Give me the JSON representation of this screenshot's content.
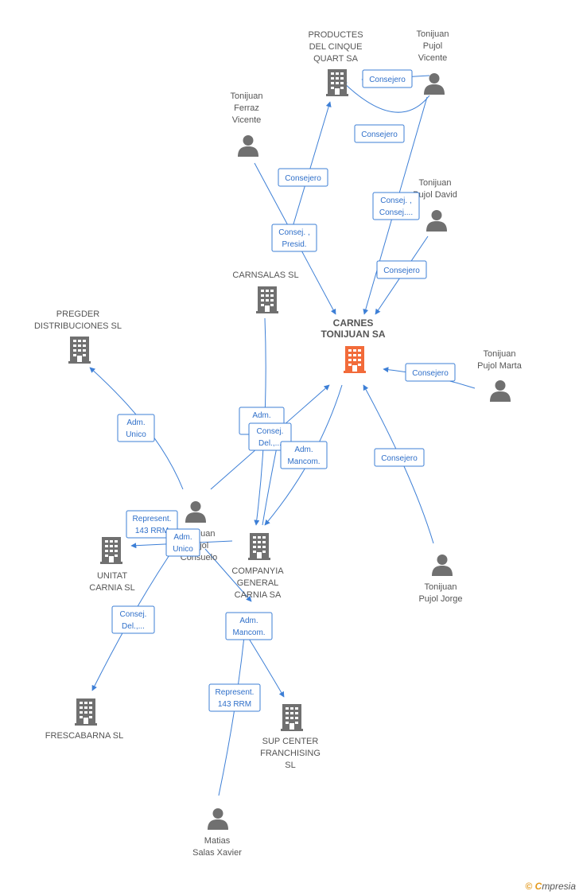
{
  "colors": {
    "edge": "#3d7fd6",
    "node_gray": "#707070",
    "node_main": "#f26b3a"
  },
  "nodes": [
    {
      "id": "productes",
      "type": "company",
      "lines": [
        "PRODUCTES",
        "DEL CINQUE",
        "QUART SA"
      ]
    },
    {
      "id": "t_pujol_vicente",
      "type": "person",
      "lines": [
        "Tonijuan",
        "Pujol",
        "Vicente"
      ]
    },
    {
      "id": "t_ferraz_vicente",
      "type": "person",
      "lines": [
        "Tonijuan",
        "Ferraz",
        "Vicente"
      ]
    },
    {
      "id": "t_pujol_david",
      "type": "person",
      "lines": [
        "Tonijuan",
        "Pujol David"
      ]
    },
    {
      "id": "carnsalas",
      "type": "company",
      "lines": [
        "CARNSALAS SL"
      ]
    },
    {
      "id": "carnes_tonijuan",
      "type": "company",
      "main": true,
      "lines": [
        "CARNES",
        "TONIJUAN SA"
      ]
    },
    {
      "id": "pregder",
      "type": "company",
      "lines": [
        "PREGDER",
        "DISTRIBUCIONES SL"
      ]
    },
    {
      "id": "t_pujol_marta",
      "type": "person",
      "lines": [
        "Tonijuan",
        "Pujol Marta"
      ]
    },
    {
      "id": "t_pujol_consuelo",
      "type": "person",
      "lines": [
        "Tonijuan",
        "Pujol",
        "Consuelo"
      ]
    },
    {
      "id": "unitat_carnia",
      "type": "company",
      "lines": [
        "UNITAT",
        "CARNIA SL"
      ]
    },
    {
      "id": "companyia_general",
      "type": "company",
      "lines": [
        "COMPANYIA",
        "GENERAL",
        "CARNIA SA"
      ]
    },
    {
      "id": "t_pujol_jorge",
      "type": "person",
      "lines": [
        "Tonijuan",
        "Pujol Jorge"
      ]
    },
    {
      "id": "frescabarna",
      "type": "company",
      "lines": [
        "FRESCABARNA SL"
      ]
    },
    {
      "id": "sup_center",
      "type": "company",
      "lines": [
        "SUP CENTER",
        "FRANCHISING",
        "SL"
      ]
    },
    {
      "id": "matias_salas",
      "type": "person",
      "lines": [
        "Matias",
        "Salas Xavier"
      ]
    }
  ],
  "edge_labels": [
    {
      "id": "e1",
      "lines": [
        "Consejero"
      ]
    },
    {
      "id": "e2",
      "lines": [
        "Consejero"
      ]
    },
    {
      "id": "e3",
      "lines": [
        "Consejero"
      ]
    },
    {
      "id": "e4",
      "lines": [
        "Consej. ,",
        "Consej...."
      ]
    },
    {
      "id": "e5",
      "lines": [
        "Consej. ,",
        "Presid."
      ]
    },
    {
      "id": "e6",
      "lines": [
        "Consejero"
      ]
    },
    {
      "id": "e7",
      "lines": [
        "Consejero"
      ]
    },
    {
      "id": "e8",
      "lines": [
        "Adm.",
        "Unico"
      ]
    },
    {
      "id": "e9",
      "lines": [
        "Adm.",
        "M..."
      ]
    },
    {
      "id": "e10",
      "lines": [
        "Consej.",
        "Del.,..."
      ]
    },
    {
      "id": "e11",
      "lines": [
        "Adm.",
        "Mancom."
      ]
    },
    {
      "id": "e12",
      "lines": [
        "Consejero"
      ]
    },
    {
      "id": "e13",
      "lines": [
        "Represent.",
        "143 RRM"
      ]
    },
    {
      "id": "e14",
      "lines": [
        "Adm.",
        "Unico"
      ]
    },
    {
      "id": "e15",
      "lines": [
        "Consej.",
        "Del.,..."
      ]
    },
    {
      "id": "e16",
      "lines": [
        "Adm.",
        "Mancom."
      ]
    },
    {
      "id": "e17",
      "lines": [
        "Represent.",
        "143 RRM"
      ]
    }
  ],
  "brand": {
    "copyright": "©",
    "e": "C",
    "rest": "mpresia"
  }
}
